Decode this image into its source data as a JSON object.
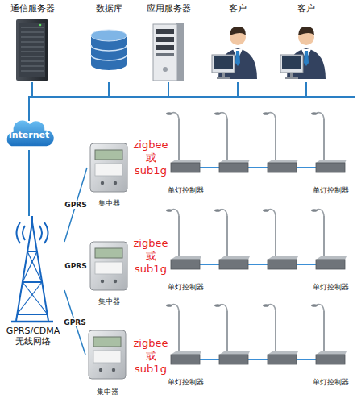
{
  "diagram": {
    "nodes": [
      {
        "text": [
          "通信服务器"
        ]
      },
      {
        "text": [
          "数据库"
        ]
      },
      {
        "text": [
          "应用服务器"
        ]
      },
      {
        "text": [
          "客户"
        ]
      },
      {
        "text": [
          "客户"
        ]
      },
      {
        "text": [
          "Internet"
        ]
      },
      {
        "text": [
          "GPRS/CDMA 无线网络"
        ]
      },
      {
        "text": [
          "集中器"
        ]
      },
      {
        "text": [
          "集中器"
        ]
      },
      {
        "text": [
          "集中器"
        ]
      },
      {
        "text": [
          "单灯控制器"
        ]
      },
      {
        "text": [
          "单灯控制器"
        ]
      },
      {
        "text": [
          "单灯控制器"
        ]
      },
      {
        "text": [
          "单灯控制器"
        ]
      },
      {
        "text": [
          "单灯控制器"
        ]
      },
      {
        "text": [
          "单灯控制器"
        ]
      }
    ],
    "edges": [
      {
        "from": 5,
        "to": 0,
        "arrow": "none"
      },
      {
        "from": 5,
        "to": 1,
        "arrow": "none"
      },
      {
        "from": 5,
        "to": 2,
        "arrow": "none"
      },
      {
        "from": 5,
        "to": 3,
        "arrow": "none"
      },
      {
        "from": 5,
        "to": 4,
        "arrow": "none"
      },
      {
        "from": 5,
        "to": 6,
        "arrow": "none"
      },
      {
        "from": 6,
        "to": 7,
        "arrow": "none",
        "label": "GPRS"
      },
      {
        "from": 6,
        "to": 8,
        "arrow": "none",
        "label": "GPRS"
      },
      {
        "from": 6,
        "to": 9,
        "arrow": "none",
        "label": "GPRS"
      }
    ],
    "labels": [
      "zigbee 或 sub1g",
      "zigbee 或 sub1g",
      "zigbee 或 sub1g"
    ]
  }
}
